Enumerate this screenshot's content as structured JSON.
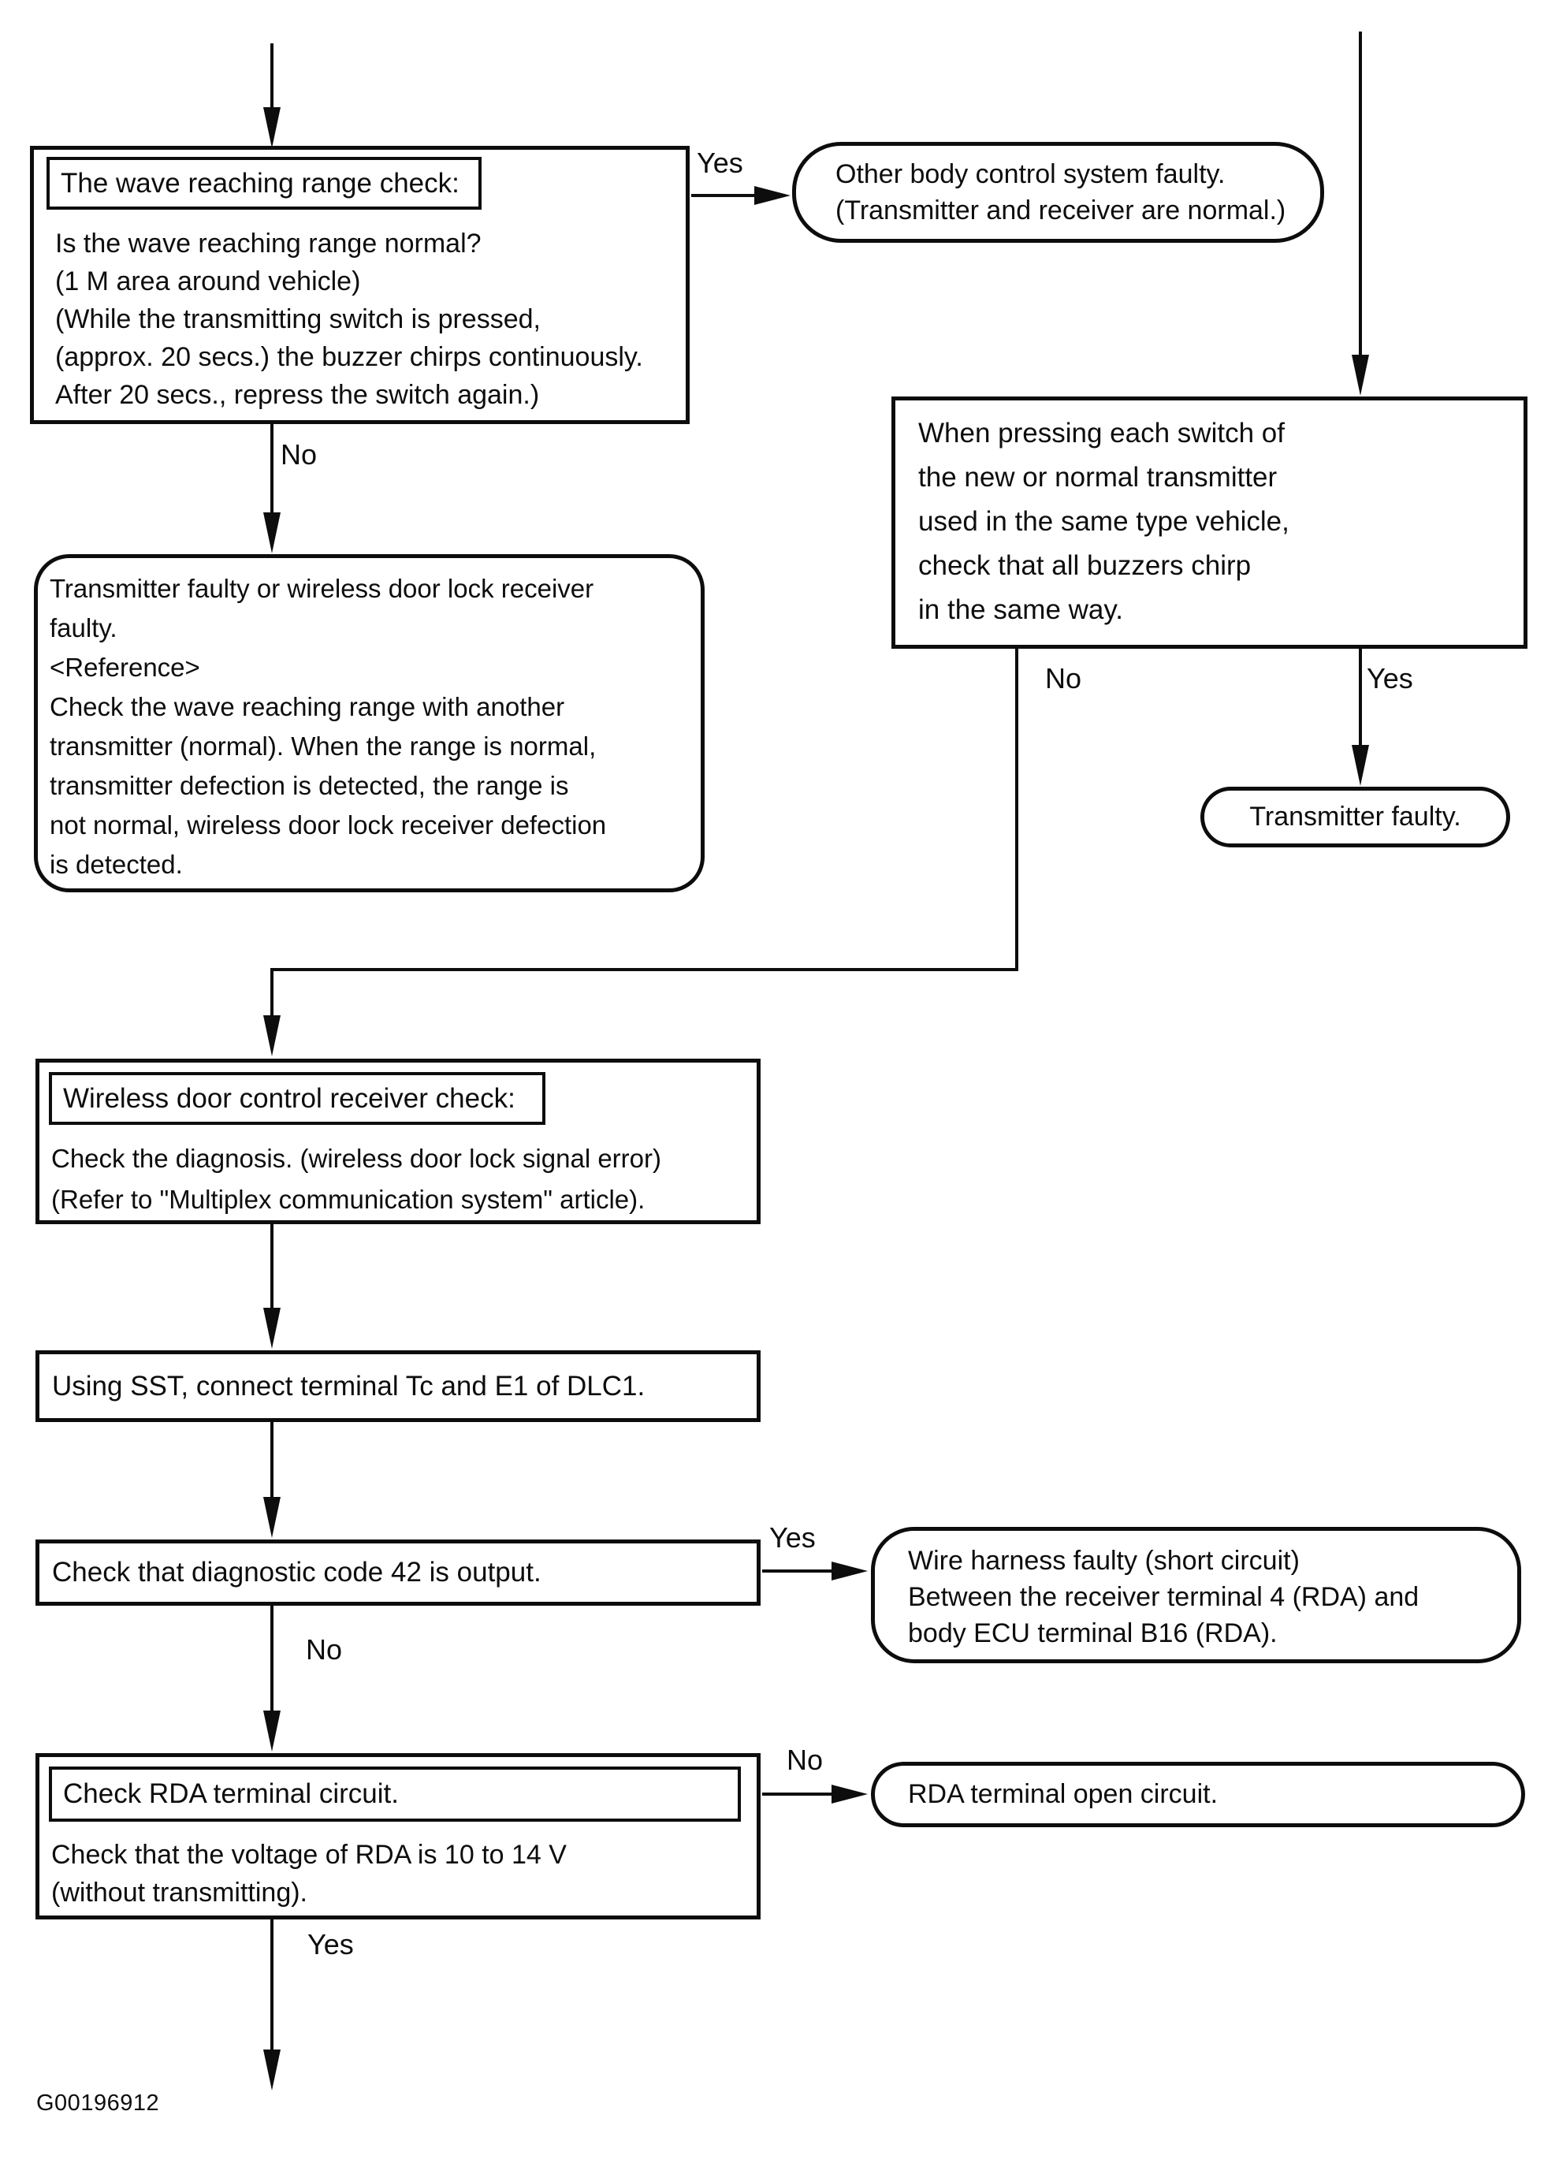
{
  "page": {
    "caption": "G00196912"
  },
  "labels": {
    "yes": "Yes",
    "no": "No"
  },
  "nodes": {
    "wave_range_check": {
      "title": "The wave reaching range check:",
      "lines": [
        "Is the wave reaching range normal?",
        "(1 M area around vehicle)",
        "(While the transmitting switch is pressed,",
        "(approx. 20 secs.) the buzzer chirps continuously.",
        "After 20 secs., repress the switch again.)"
      ]
    },
    "other_body_control_faulty": {
      "lines": [
        "Other body control system faulty.",
        "(Transmitter and receiver are normal.)"
      ]
    },
    "pressing_each_switch": {
      "lines": [
        "When pressing each switch of",
        "the new or normal transmitter",
        "used in the same type vehicle,",
        "check that all buzzers chirp",
        "in the same way."
      ]
    },
    "transmitter_faulty": {
      "text": "Transmitter faulty."
    },
    "transmitter_or_receiver_faulty": {
      "lines": [
        "Transmitter faulty or wireless door lock receiver",
        "faulty.",
        "<Reference>",
        "Check the wave reaching range with another",
        "transmitter (normal). When the range is normal,",
        "transmitter defection is detected, the range is",
        "not normal, wireless door lock receiver defection",
        "is detected."
      ]
    },
    "receiver_check": {
      "title": "Wireless door control receiver check:",
      "lines": [
        "Check the diagnosis. (wireless door lock signal error)",
        "(Refer to \"Multiplex communication system\" article)."
      ]
    },
    "connect_sst": {
      "text": "Using SST, connect terminal Tc and E1 of DLC1."
    },
    "diagnostic_code_42": {
      "text": "Check that diagnostic code 42 is output."
    },
    "wire_harness_faulty": {
      "lines": [
        "Wire harness faulty (short circuit)",
        "Between the receiver terminal 4 (RDA) and",
        "body ECU terminal B16 (RDA)."
      ]
    },
    "rda_terminal_check": {
      "title": "Check RDA terminal circuit.",
      "lines": [
        "Check that the voltage of RDA is 10 to 14 V",
        "(without transmitting)."
      ]
    },
    "rda_open_circuit": {
      "text": "RDA terminal open circuit."
    }
  }
}
